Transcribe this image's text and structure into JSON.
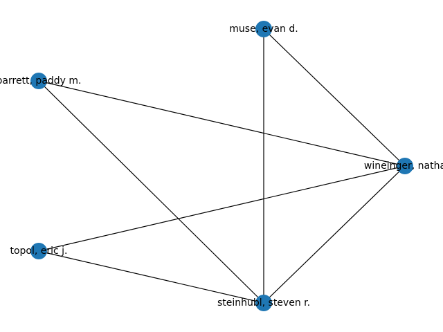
{
  "graph": {
    "node_color": "#1f77b4",
    "edge_color": "#000000",
    "nodes": [
      {
        "id": "muse",
        "label": "muse, evan d."
      },
      {
        "id": "barrett",
        "label": "barrett, paddy m."
      },
      {
        "id": "wineinger",
        "label": "wineinger, natha"
      },
      {
        "id": "topol",
        "label": "topol, eric j."
      },
      {
        "id": "steinhubl",
        "label": "steinhubl, steven r."
      }
    ],
    "edges": [
      {
        "source": "muse",
        "target": "wineinger"
      },
      {
        "source": "muse",
        "target": "steinhubl"
      },
      {
        "source": "barrett",
        "target": "wineinger"
      },
      {
        "source": "barrett",
        "target": "steinhubl"
      },
      {
        "source": "wineinger",
        "target": "topol"
      },
      {
        "source": "wineinger",
        "target": "steinhubl"
      },
      {
        "source": "topol",
        "target": "steinhubl"
      }
    ]
  }
}
